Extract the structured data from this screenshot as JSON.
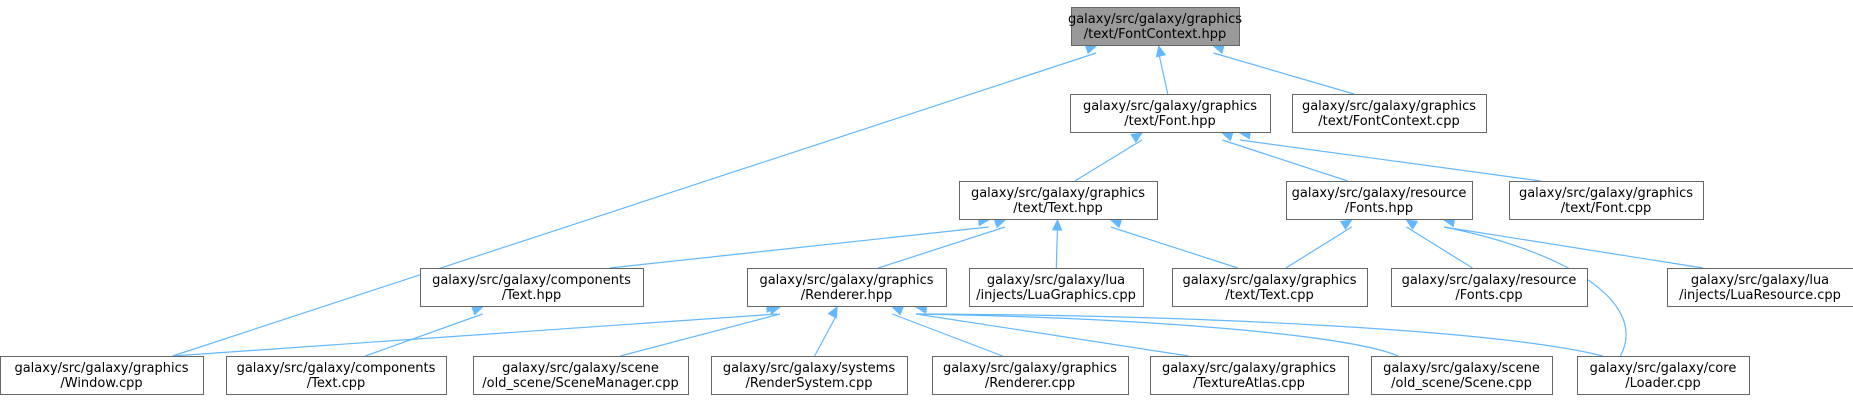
{
  "diagram": {
    "edge_color": "#63b8ff",
    "node_border_color": "#666666",
    "root_fill_color": "#999999",
    "nodes": [
      {
        "id": "fontcontext_hpp",
        "root": true,
        "lines": [
          "galaxy/src/galaxy/graphics",
          "/text/FontContext.hpp"
        ]
      },
      {
        "id": "font_hpp",
        "lines": [
          "galaxy/src/galaxy/graphics",
          "/text/Font.hpp"
        ]
      },
      {
        "id": "fontcontext_cpp",
        "lines": [
          "galaxy/src/galaxy/graphics",
          "/text/FontContext.cpp"
        ]
      },
      {
        "id": "text_hpp",
        "lines": [
          "galaxy/src/galaxy/graphics",
          "/text/Text.hpp"
        ]
      },
      {
        "id": "fonts_hpp",
        "lines": [
          "galaxy/src/galaxy/resource",
          "/Fonts.hpp"
        ]
      },
      {
        "id": "font_cpp",
        "lines": [
          "galaxy/src/galaxy/graphics",
          "/text/Font.cpp"
        ]
      },
      {
        "id": "components_text_hpp",
        "lines": [
          "galaxy/src/galaxy/components",
          "/Text.hpp"
        ]
      },
      {
        "id": "renderer_hpp",
        "lines": [
          "galaxy/src/galaxy/graphics",
          "/Renderer.hpp"
        ]
      },
      {
        "id": "luagraphics_cpp",
        "lines": [
          "galaxy/src/galaxy/lua",
          "/injects/LuaGraphics.cpp"
        ]
      },
      {
        "id": "text_cpp",
        "lines": [
          "galaxy/src/galaxy/graphics",
          "/text/Text.cpp"
        ]
      },
      {
        "id": "fonts_cpp",
        "lines": [
          "galaxy/src/galaxy/resource",
          "/Fonts.cpp"
        ]
      },
      {
        "id": "luaresource_cpp",
        "lines": [
          "galaxy/src/galaxy/lua",
          "/injects/LuaResource.cpp"
        ]
      },
      {
        "id": "window_cpp",
        "lines": [
          "galaxy/src/galaxy/graphics",
          "/Window.cpp"
        ]
      },
      {
        "id": "components_text_cpp",
        "lines": [
          "galaxy/src/galaxy/components",
          "/Text.cpp"
        ]
      },
      {
        "id": "scenemanager_cpp",
        "lines": [
          "galaxy/src/galaxy/scene",
          "/old_scene/SceneManager.cpp"
        ]
      },
      {
        "id": "rendersystem_cpp",
        "lines": [
          "galaxy/src/galaxy/systems",
          "/RenderSystem.cpp"
        ]
      },
      {
        "id": "renderer_cpp",
        "lines": [
          "galaxy/src/galaxy/graphics",
          "/Renderer.cpp"
        ]
      },
      {
        "id": "textureatlas_cpp",
        "lines": [
          "galaxy/src/galaxy/graphics",
          "/TextureAtlas.cpp"
        ]
      },
      {
        "id": "scene_cpp",
        "lines": [
          "galaxy/src/galaxy/scene",
          "/old_scene/Scene.cpp"
        ]
      },
      {
        "id": "loader_cpp",
        "lines": [
          "galaxy/src/galaxy/core",
          "/Loader.cpp"
        ]
      }
    ],
    "edges": [
      {
        "from": "fontcontext_hpp",
        "to": "font_hpp"
      },
      {
        "from": "fontcontext_hpp",
        "to": "fontcontext_cpp"
      },
      {
        "from": "fontcontext_hpp",
        "to": "window_cpp"
      },
      {
        "from": "font_hpp",
        "to": "text_hpp"
      },
      {
        "from": "font_hpp",
        "to": "fonts_hpp"
      },
      {
        "from": "font_hpp",
        "to": "font_cpp"
      },
      {
        "from": "text_hpp",
        "to": "components_text_hpp"
      },
      {
        "from": "text_hpp",
        "to": "renderer_hpp"
      },
      {
        "from": "text_hpp",
        "to": "luagraphics_cpp"
      },
      {
        "from": "text_hpp",
        "to": "text_cpp"
      },
      {
        "from": "fonts_hpp",
        "to": "text_cpp"
      },
      {
        "from": "fonts_hpp",
        "to": "fonts_cpp"
      },
      {
        "from": "fonts_hpp",
        "to": "luaresource_cpp"
      },
      {
        "from": "fonts_hpp",
        "to": "loader_cpp"
      },
      {
        "from": "components_text_hpp",
        "to": "components_text_cpp"
      },
      {
        "from": "renderer_hpp",
        "to": "window_cpp"
      },
      {
        "from": "renderer_hpp",
        "to": "scenemanager_cpp"
      },
      {
        "from": "renderer_hpp",
        "to": "rendersystem_cpp"
      },
      {
        "from": "renderer_hpp",
        "to": "renderer_cpp"
      },
      {
        "from": "renderer_hpp",
        "to": "textureatlas_cpp"
      },
      {
        "from": "renderer_hpp",
        "to": "scene_cpp"
      },
      {
        "from": "renderer_hpp",
        "to": "loader_cpp"
      }
    ]
  }
}
